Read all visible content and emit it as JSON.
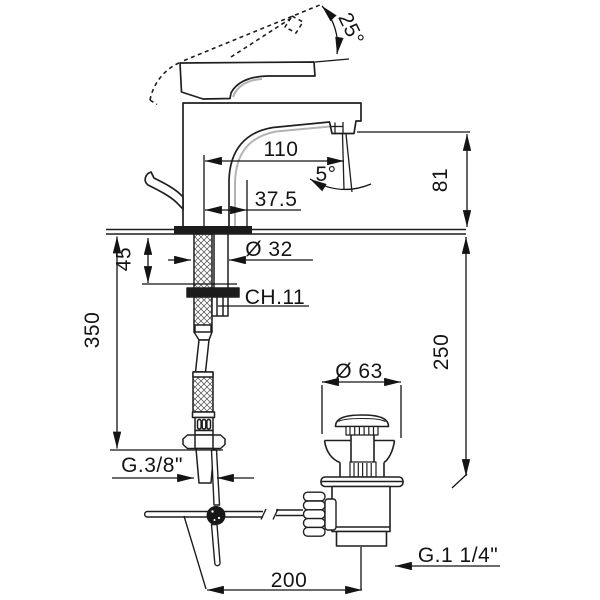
{
  "drawing": {
    "kind": "faucet-installation-technical-drawing",
    "colors": {
      "ink": "#1f1f1f",
      "paper": "#ffffff",
      "highlight": "#b3b3b3"
    }
  },
  "dims": {
    "handle_angle": "25°",
    "spout_reach": "110",
    "stream_angle": "5°",
    "spout_offset": "37.5",
    "spout_height": "81",
    "shank_diameter": "Ø 32",
    "wrench_size": "CH.11",
    "counter_thickness": "45",
    "hose_length": "350",
    "drain_cap_diameter": "Ø 63",
    "drain_depth": "250",
    "supply_thread": "G.3/8\"",
    "drain_thread": "G.1 1/4\"",
    "drain_offset": "200"
  }
}
